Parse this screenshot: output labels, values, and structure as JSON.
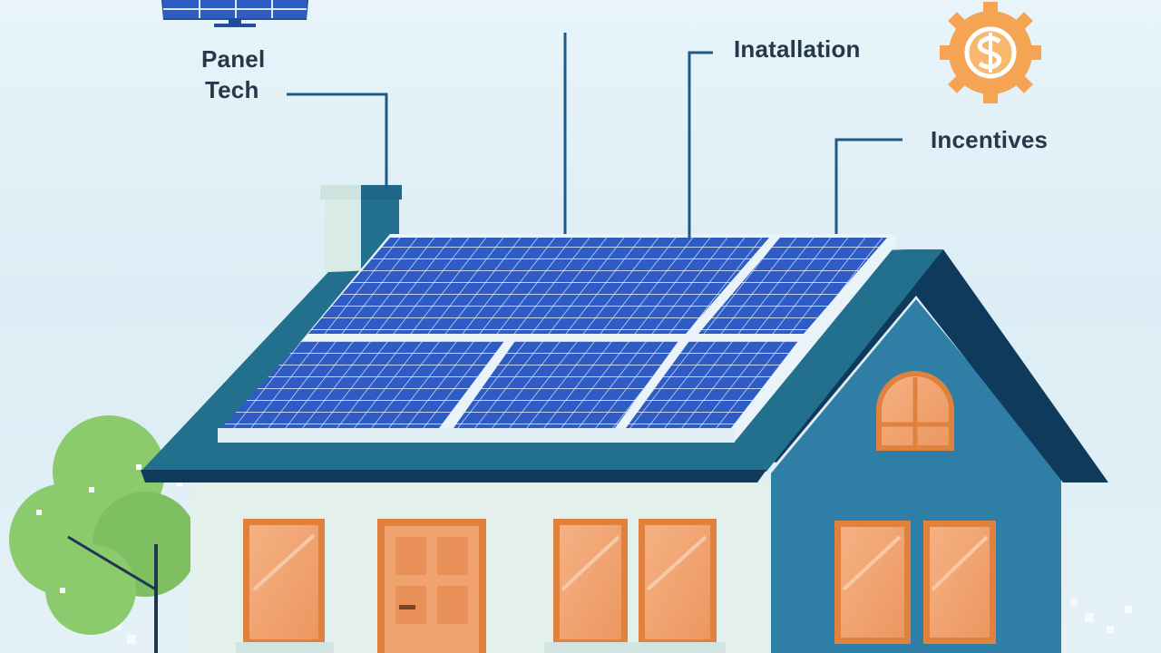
{
  "labels": {
    "panel_tech_line1": "Panel",
    "panel_tech_line2": "Tech",
    "installation": "Inatallation",
    "incentives": "Incentives"
  },
  "icons": {
    "top_left": "solar-panel-icon",
    "top_right": "dollar-gear-icon"
  },
  "colors": {
    "background": "#e4f1f6",
    "roof": "#22708e",
    "roof_dark": "#0f3a5c",
    "panel": "#2f5cc4",
    "gable_wall": "#2f7ea5",
    "front_wall": "#e3f0ec",
    "window": "#f0a36e",
    "frame": "#e0823e",
    "tree": "#8bcb6e",
    "gear": "#f4a452",
    "leader_line": "#1f5a86"
  }
}
